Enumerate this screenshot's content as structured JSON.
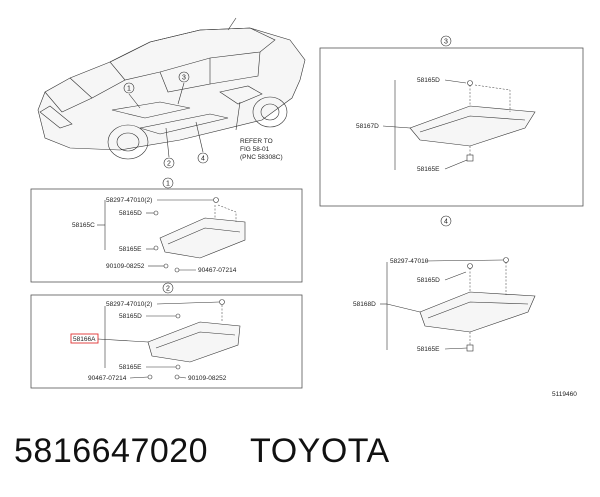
{
  "overview": {
    "callouts": [
      "1",
      "2",
      "3",
      "4"
    ],
    "refer_lines": [
      "REFER TO",
      "FIG  58-01",
      "(PNC  58308C)"
    ]
  },
  "panel3": {
    "circle": "3",
    "labels": [
      "58165D",
      "58167D",
      "58165E"
    ]
  },
  "panel1": {
    "circle": "1",
    "labels": [
      "58297-47010(2)",
      "58165D",
      "58165C",
      "58165E",
      "90109-08252",
      "90467-07214"
    ]
  },
  "panel4": {
    "circle": "4",
    "labels": [
      "58297-47010",
      "58165D",
      "58168D",
      "58165E"
    ]
  },
  "panel2": {
    "circle": "2",
    "labels": [
      "58297-47010(2)",
      "58165D",
      "58166A",
      "58165E",
      "90467-07214",
      "90109-08252"
    ]
  },
  "figure_code": "5119460",
  "footer": {
    "part_number": "5816647020",
    "brand": "TOYOTA"
  },
  "colors": {
    "highlight": "#e03030"
  }
}
